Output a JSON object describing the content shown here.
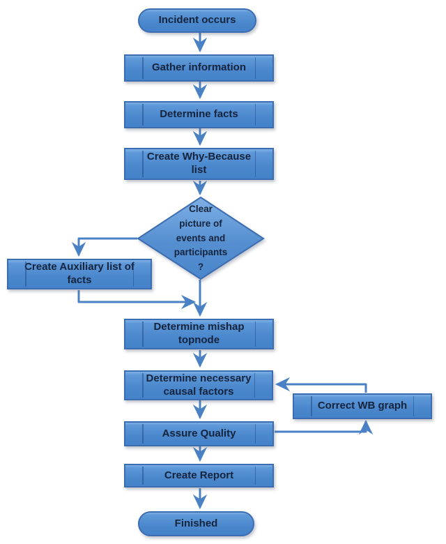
{
  "diagram": {
    "type": "flowchart",
    "background": "#ffffff",
    "colors": {
      "node_fill_top": "#7db0e5",
      "node_fill_bottom": "#4482c9",
      "node_border": "#3d6db1",
      "connector": "#4a80c4",
      "label_text": "#15243d"
    },
    "nodes": [
      {
        "id": "start",
        "shape": "terminator",
        "label": "Incident occurs"
      },
      {
        "id": "gather-information",
        "shape": "process",
        "label": "Gather information"
      },
      {
        "id": "determine-facts",
        "shape": "process",
        "label": "Determine facts"
      },
      {
        "id": "create-why-because-list",
        "shape": "process",
        "label": "Create Why-Because\nlist"
      },
      {
        "id": "clear-picture-decision",
        "shape": "decision",
        "label": "Clear\npicture of\nevents and\nparticipants\n?"
      },
      {
        "id": "create-auxiliary-list",
        "shape": "process",
        "label": "Create Auxiliary list of\nfacts"
      },
      {
        "id": "determine-mishap-topnode",
        "shape": "process",
        "label": "Determine mishap\ntopnode"
      },
      {
        "id": "determine-causal-factors",
        "shape": "process",
        "label": "Determine necessary\ncausal factors"
      },
      {
        "id": "correct-wb-graph",
        "shape": "process",
        "label": "Correct WB graph"
      },
      {
        "id": "assure-quality",
        "shape": "process",
        "label": "Assure Quality"
      },
      {
        "id": "create-report",
        "shape": "process",
        "label": "Create Report"
      },
      {
        "id": "finish",
        "shape": "terminator",
        "label": "Finished"
      }
    ],
    "edges": [
      {
        "from": "start",
        "to": "gather-information"
      },
      {
        "from": "gather-information",
        "to": "determine-facts"
      },
      {
        "from": "determine-facts",
        "to": "create-why-because-list"
      },
      {
        "from": "create-why-because-list",
        "to": "clear-picture-decision"
      },
      {
        "from": "clear-picture-decision",
        "to": "determine-mishap-topnode"
      },
      {
        "from": "clear-picture-decision",
        "to": "create-auxiliary-list"
      },
      {
        "from": "create-auxiliary-list",
        "to": "determine-mishap-topnode"
      },
      {
        "from": "determine-mishap-topnode",
        "to": "determine-causal-factors"
      },
      {
        "from": "determine-causal-factors",
        "to": "assure-quality"
      },
      {
        "from": "assure-quality",
        "to": "correct-wb-graph"
      },
      {
        "from": "correct-wb-graph",
        "to": "determine-causal-factors"
      },
      {
        "from": "assure-quality",
        "to": "create-report"
      },
      {
        "from": "create-report",
        "to": "finish"
      }
    ]
  }
}
